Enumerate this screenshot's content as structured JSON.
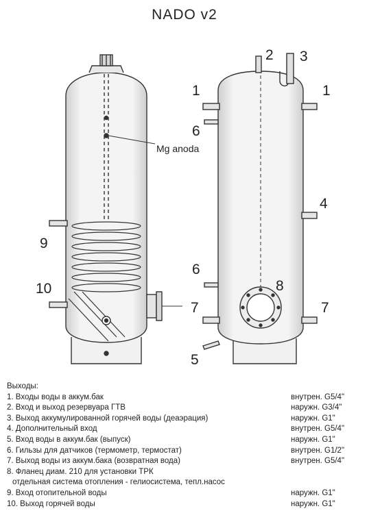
{
  "title": "NADO  v2",
  "labels": {
    "front": {
      "l9": "9",
      "l10": "10",
      "anode": "Mg anoda"
    },
    "side": {
      "l1a": "1",
      "l1b": "1",
      "l2": "2",
      "l3": "3",
      "l4": "4",
      "l5": "5",
      "l6a": "6",
      "l6b": "6",
      "l7a": "7",
      "l7b": "7",
      "l8": "8"
    }
  },
  "legend": {
    "heading": "Выходы:",
    "items": [
      {
        "text": "1. Входы воды в аккум.бак",
        "thread": "внутрен. G5/4\""
      },
      {
        "text": "2. Вход и выход резервуара ГТВ",
        "thread": "наружн. G3/4\""
      },
      {
        "text": "3. Выход аккумулированной горячей воды (деаэрация)",
        "thread": "наружн. G1\""
      },
      {
        "text": "4. Дополнительный вход",
        "thread": "внутрен. G5/4\""
      },
      {
        "text": "5. Вход воды в аккум.бак (выпуск)",
        "thread": "наружн. G1\""
      },
      {
        "text": "6. Гильзы для датчиков (термометр, термостат)",
        "thread": "внутрен. G1/2\""
      },
      {
        "text": "7. Выход воды из аккум.бака (возвратная вода)",
        "thread": "внутрен. G5/4\""
      },
      {
        "text": "8. Фланец диам. 210 для установки ТРК",
        "thread": ""
      },
      {
        "text": "отдельная система отопления - гелиосистема, тепл.насос",
        "thread": "",
        "sub": true
      },
      {
        "text": "9. Вход отопительной воды",
        "thread": "наружн. G1\""
      },
      {
        "text": "10. Выход горячей воды",
        "thread": "наружн. G1\""
      }
    ]
  }
}
